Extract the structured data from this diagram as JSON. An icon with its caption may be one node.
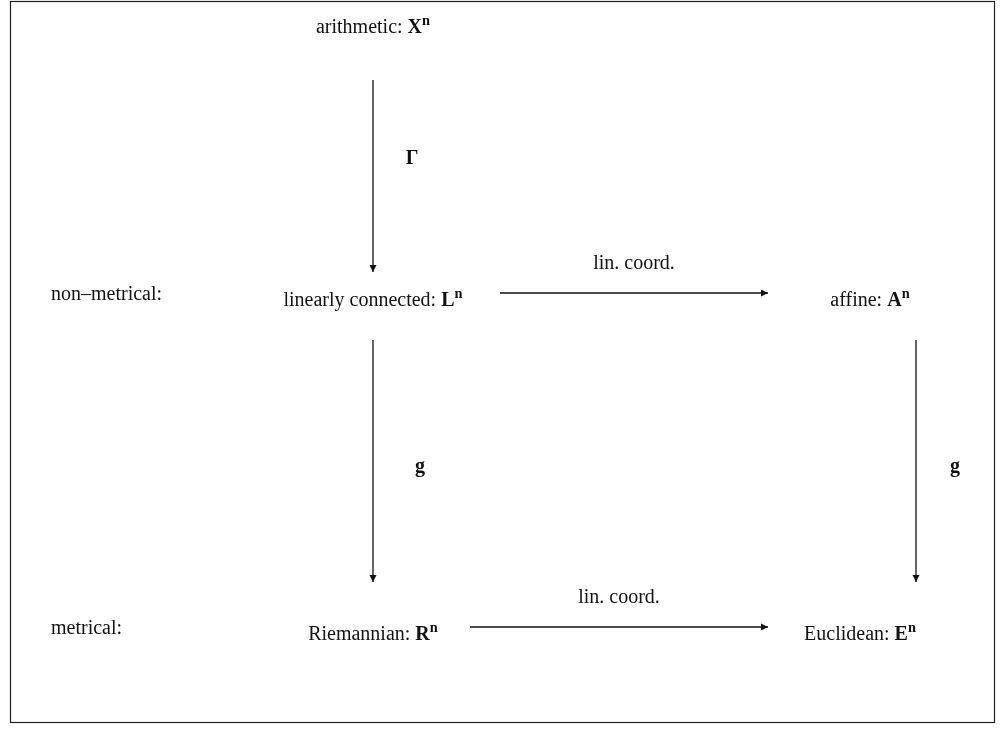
{
  "diagram": {
    "nodes": [
      {
        "text": [
          "arithmetic: **X**$^{n}$"
        ]
      },
      {
        "text": [
          "linearly connected: **L**$^{n}$"
        ]
      },
      {
        "text": [
          "affine: **A**$^{n}$"
        ]
      },
      {
        "text": [
          "Riemannian: **R**$^{n}$"
        ]
      },
      {
        "text": [
          "Euclidean: **E**$^{n}$"
        ]
      }
    ],
    "edges": [
      {
        "from": 0,
        "to": 1,
        "arrow": "to",
        "label": "Γ"
      },
      {
        "from": 1,
        "to": 2,
        "arrow": "to",
        "label": "lin. coord."
      },
      {
        "from": 1,
        "to": 3,
        "arrow": "to",
        "label": "g"
      },
      {
        "from": 2,
        "to": 4,
        "arrow": "to",
        "label": "g"
      },
      {
        "from": 3,
        "to": 4,
        "arrow": "to",
        "label": "lin. coord."
      }
    ],
    "labels": [
      "non–metrical:",
      "metrical:"
    ]
  }
}
